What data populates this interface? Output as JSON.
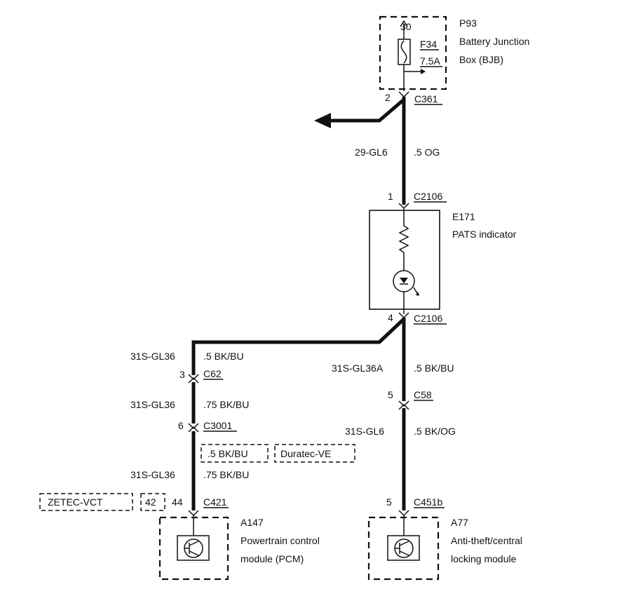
{
  "p93": {
    "ref": "P93",
    "name_line1": "Battery Junction",
    "name_line2": "Box (BJB)",
    "terminal": "30",
    "fuse": "F34",
    "rating": "7.5A"
  },
  "c361": {
    "pin": "2",
    "connector": "C361"
  },
  "wire_top": {
    "circuit": "29-GL6",
    "spec": ".5 OG"
  },
  "e171": {
    "ref": "E171",
    "name": "PATS indicator",
    "pin_top": "1",
    "connector_top": "C2106",
    "pin_bottom": "4",
    "connector_bottom": "C2106"
  },
  "left_branch": {
    "w1_circuit": "31S-GL36",
    "w1_spec": ".5 BK/BU",
    "c62_pin": "3",
    "c62": "C62",
    "w2_circuit": "31S-GL36",
    "w2_spec": ".75 BK/BU",
    "c3001_pin": "6",
    "c3001": "C3001",
    "alt_spec": ".5 BK/BU",
    "alt_engine": "Duratec-VE",
    "w3_circuit": "31S-GL36",
    "w3_spec": ".75 BK/BU",
    "zetec": "ZETEC-VCT",
    "zetec_pin": "42",
    "c421_pin": "44",
    "c421": "C421"
  },
  "right_branch": {
    "w1_circuit": "31S-GL36A",
    "w1_spec": ".5 BK/BU",
    "c58_pin": "5",
    "c58": "C58",
    "w2_circuit": "31S-GL6",
    "w2_spec": ".5 BK/OG",
    "c451b_pin": "5",
    "c451b": "C451b"
  },
  "a147": {
    "ref": "A147",
    "name_line1": "Powertrain control",
    "name_line2": "module (PCM)"
  },
  "a77": {
    "ref": "A77",
    "name_line1": "Anti-theft/central",
    "name_line2": "locking module"
  }
}
